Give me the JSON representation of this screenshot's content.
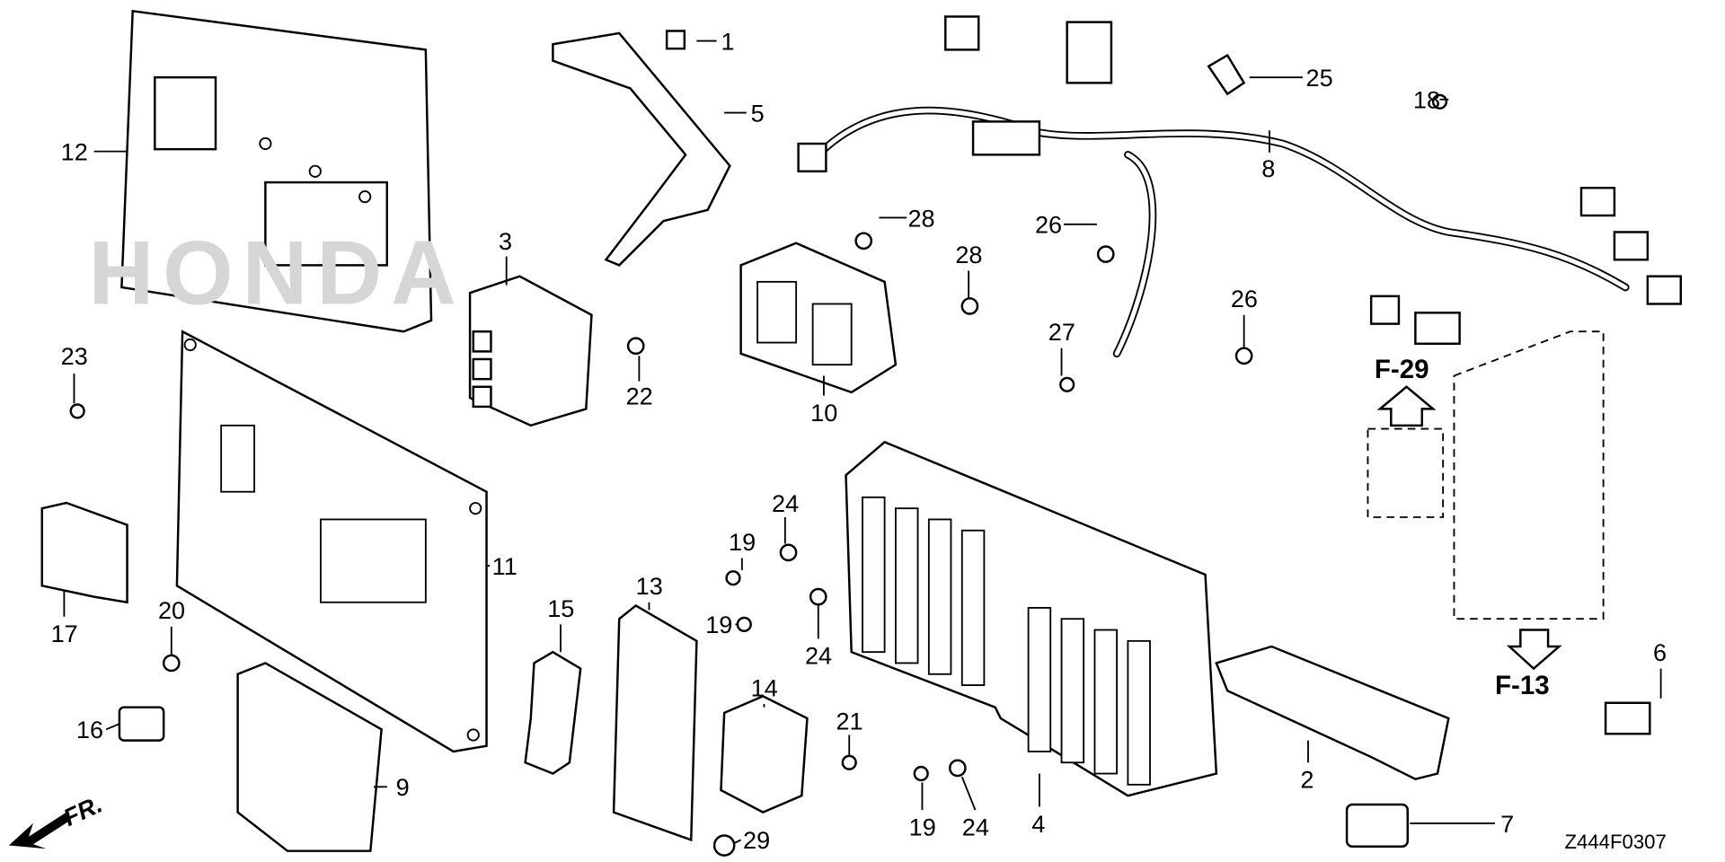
{
  "diagram": {
    "drawing_code": "Z444F0307",
    "front_marker": "FR.",
    "watermark": "HONDA",
    "refs": {
      "f29": "F-29",
      "f13": "F-13"
    },
    "callouts": [
      "1",
      "2",
      "3",
      "4",
      "5",
      "6",
      "7",
      "8",
      "9",
      "10",
      "11",
      "12",
      "13",
      "14",
      "15",
      "16",
      "17",
      "18",
      "19",
      "20",
      "21",
      "22",
      "23",
      "24",
      "25",
      "26",
      "27",
      "28",
      "29"
    ]
  }
}
